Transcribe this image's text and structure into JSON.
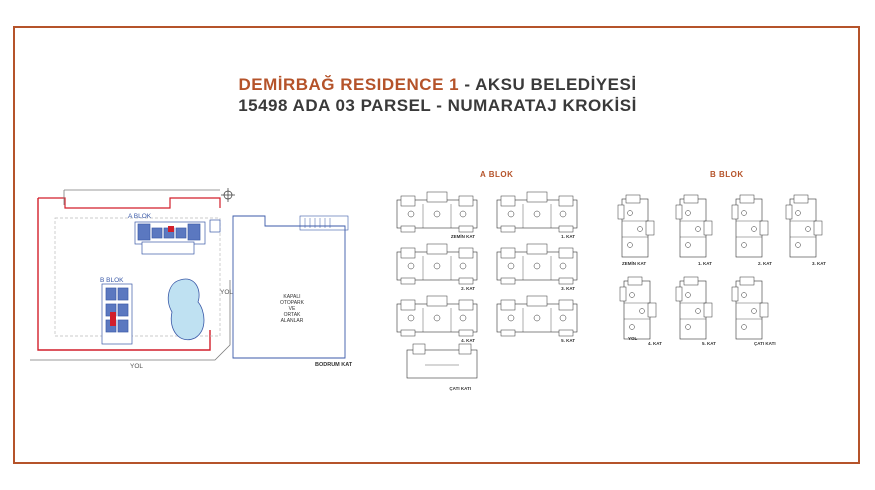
{
  "title": {
    "line1_accent": "DEMİRBAĞ RESIDENCE 1",
    "line1_rest": " - AKSU BELEDİYESİ",
    "line2": "15498 ADA 03 PARSEL - NUMARATAJ KROKİSİ"
  },
  "site_plan": {
    "a_blok_label": "A BLOK",
    "b_blok_label": "B BLOK",
    "road_left": "YOL",
    "road_bottom": "YOL",
    "basement_label": "BODRUM KAT",
    "basement_area": [
      "KAPALI",
      "OTOPARK",
      "VE",
      "ORTAK",
      "ALANLAR"
    ]
  },
  "a_blok": {
    "title": "A BLOK",
    "floors": [
      "ZEMİN KAT",
      "1. KAT",
      "2. KAT",
      "3. KAT",
      "4. KAT",
      "5. KAT",
      "ÇATI KATI"
    ]
  },
  "b_blok": {
    "title": "B BLOK",
    "floors_row1": [
      "ZEMİN KAT",
      "1. KAT",
      "2. KAT",
      "3. KAT"
    ],
    "floors_row2": [
      "4. KAT",
      "5. KAT",
      "ÇATI KATI"
    ],
    "road_label": "YOL"
  },
  "colors": {
    "accent": "#b5532a",
    "line": "#3b5aa8",
    "red": "#d21f2b"
  }
}
